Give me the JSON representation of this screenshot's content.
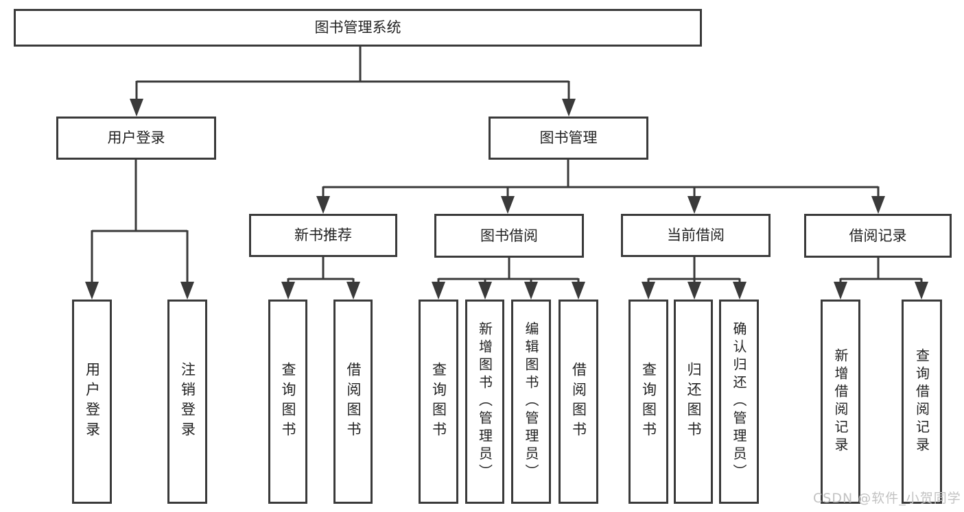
{
  "colors": {
    "line": "#3a3a3a",
    "text": "#222222",
    "watermark": "#c2c2c2",
    "background": "#ffffff"
  },
  "watermark": {
    "text": "CSDN @软件_小贺同学"
  },
  "tree": {
    "root": {
      "label": "图书管理系统"
    },
    "branches": [
      {
        "label": "用户登录",
        "children": [
          {
            "label": "用户登录"
          },
          {
            "label": "注销登录"
          }
        ]
      },
      {
        "label": "图书管理",
        "children": [
          {
            "label": "新书推荐",
            "children": [
              {
                "label": "查询图书"
              },
              {
                "label": "借阅图书"
              }
            ]
          },
          {
            "label": "图书借阅",
            "children": [
              {
                "label": "查询图书"
              },
              {
                "label": "新增图书（管理员）"
              },
              {
                "label": "编辑图书（管理员）"
              },
              {
                "label": "借阅图书"
              }
            ]
          },
          {
            "label": "当前借阅",
            "children": [
              {
                "label": "查询图书"
              },
              {
                "label": "归还图书"
              },
              {
                "label": "确认归还（管理员）"
              }
            ]
          },
          {
            "label": "借阅记录",
            "children": [
              {
                "label": "新增借阅记录"
              },
              {
                "label": "查询借阅记录"
              }
            ]
          }
        ]
      }
    ]
  }
}
